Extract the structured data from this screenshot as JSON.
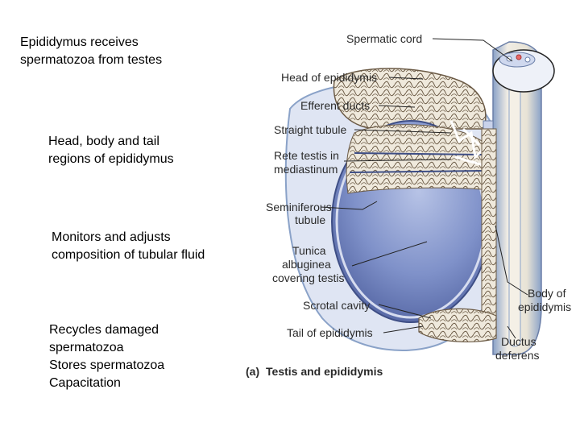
{
  "notes": [
    "Epididymus receives\nspermatozoa from testes",
    "Head, body and tail\nregions of epididymus",
    "Monitors and adjusts\ncomposition of tubular fluid",
    "Recycles damaged\nspermatozoa\nStores spermatozoa\nCapacitation"
  ],
  "figure": {
    "caption_tag": "(a)",
    "caption_text": "Testis and epididymis",
    "labels": {
      "spermatic_cord": "Spermatic cord",
      "head_of_epididymis": "Head of epididymis",
      "efferent_ducts": "Efferent ducts",
      "straight_tubule": "Straight tubule",
      "rete_testis_1": "Rete testis in",
      "rete_testis_2": "mediastinum",
      "seminiferous_1": "Seminiferous",
      "seminiferous_2": "tubule",
      "tunica_1": "Tunica",
      "tunica_2": "albuginea",
      "tunica_3": "covering testis",
      "scrotal_cavity": "Scrotal cavity",
      "tail_of_epididymis": "Tail of epididymis",
      "body_of_epididymis_1": "Body of",
      "body_of_epididymis_2": "epididymis",
      "ductus_deferens_1": "Ductus",
      "ductus_deferens_2": "deferens"
    }
  },
  "colors": {
    "testis_fill": "#7f91c9",
    "testis_dark": "#4b5c9b",
    "tunica_light": "#d6dcef",
    "tubule_fill": "#efe9dc",
    "tubule_stroke": "#6b5a45",
    "cord_fill": "#e8e3d6",
    "cord_edge": "#8aa2c8"
  }
}
